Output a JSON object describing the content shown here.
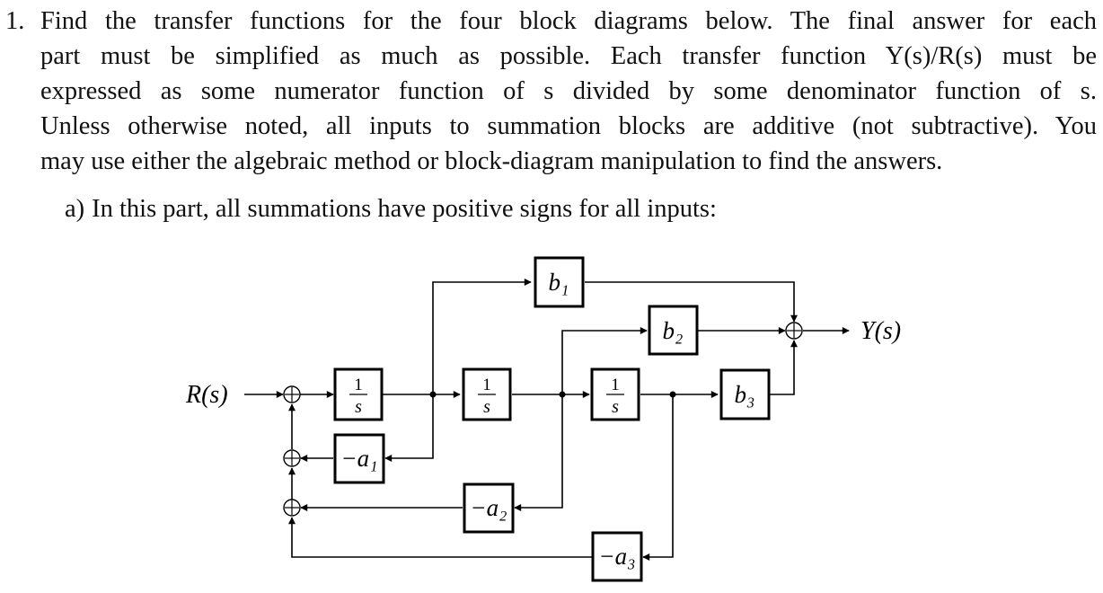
{
  "problem": {
    "number": "1.",
    "line1": "Find the transfer functions for the four block diagrams below. The final answer for each",
    "line2": "part must be simplified as much as possible. Each transfer function Y(s)/R(s) must be",
    "line3": "expressed as some numerator function of s divided by some denominator function of s.",
    "line4": "Unless otherwise noted, all inputs to summation blocks are additive (not subtractive). You",
    "line5": "may use either the algebraic method or block-diagram manipulation to find the answers."
  },
  "part_a": {
    "label": "a)",
    "text": "In this part, all summations have positive signs for all inputs:"
  },
  "diagram": {
    "input_label": "R(s)",
    "output_label": "Y(s)",
    "integrator_numerator": "1",
    "integrator_denominator": "s",
    "blocks": {
      "b1": "b₁",
      "b2": "b₂",
      "b3": "b₃",
      "neg_a1": "−a₁",
      "neg_a2": "−a₂",
      "neg_a3": "−a₃"
    }
  }
}
